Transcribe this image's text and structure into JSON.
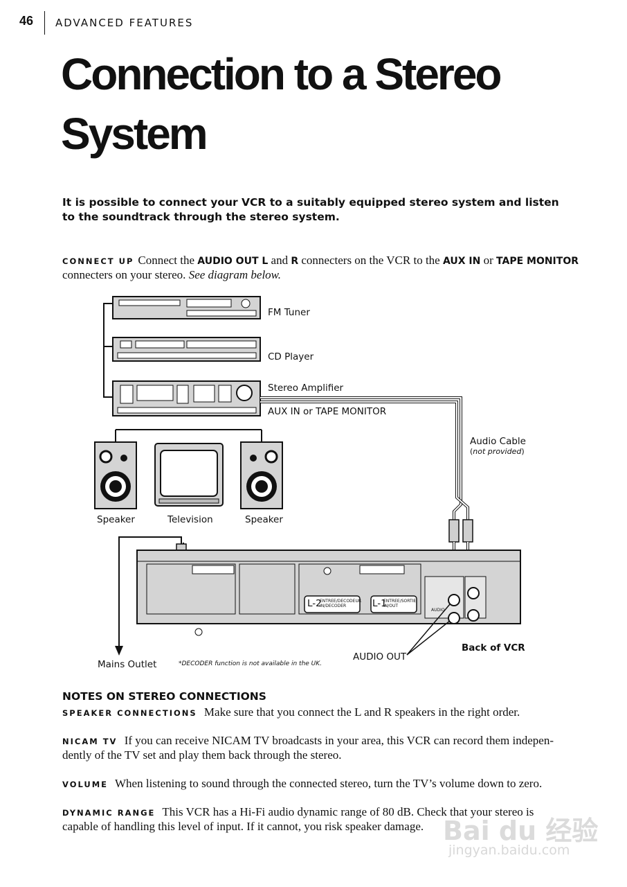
{
  "header": {
    "page_number": "46",
    "section": "ADVANCED FEATURES"
  },
  "title": {
    "line1": "Connection to a Stereo",
    "line2": "System"
  },
  "intro": "It is possible to connect your VCR to a suitably equipped stereo system and listen to the soundtrack through the stereo system.",
  "connect": {
    "lead": "CONNECT UP",
    "t1": "Connect the",
    "b1": "AUDIO OUT L",
    "t2": "and",
    "b2": "R",
    "t3": "connecters on the VCR to the",
    "b3": "AUX IN",
    "t4": "or",
    "b4": "TAPE MONITOR",
    "t5": "connecters on your stereo.",
    "i1": "See diagram below."
  },
  "diagram": {
    "fm_tuner": "FM Tuner",
    "cd_player": "CD Player",
    "stereo_amplifier": "Stereo Amplifier",
    "aux_in": "AUX IN or TAPE MONITOR",
    "audio_cable": "Audio Cable",
    "not_provided": "not provided",
    "speaker_left": "Speaker",
    "television": "Television",
    "speaker_right": "Speaker",
    "l2_label": "L-2",
    "l2_sub1": "ENTREE/DECODEUR",
    "l2_sub2": "IN/DECODER",
    "l1_label": "L-1",
    "l1_sub1": "ENTREE/SORTIE",
    "l1_sub2": "IN/OUT",
    "audio_label": "AUDIO",
    "mains_outlet": "Mains Outlet",
    "decoder_note": "*DECODER function is not available in the UK.",
    "audio_out": "AUDIO OUT",
    "back_of_vcr": "Back of VCR"
  },
  "notes": {
    "heading": "NOTES ON STEREO CONNECTIONS",
    "speaker": {
      "lead": "SPEAKER CONNECTIONS",
      "text": "Make sure that you connect the L and R speakers in the right order."
    },
    "nicam": {
      "lead": "NICAM TV",
      "line1": "If you can receive NICAM TV broadcasts in your area, this VCR can record them indepen-",
      "line2": "dently of the TV set and play them back through the stereo."
    },
    "volume": {
      "lead": "VOLUME",
      "text": "When listening to sound through the connected stereo, turn the TV’s volume down to zero."
    },
    "dynamic": {
      "lead": "DYNAMIC RANGE",
      "line1": "This VCR has a Hi-Fi audio dynamic range of 80 dB. Check that your stereo is",
      "line2": "capable of handling this level of input. If it cannot, you risk speaker damage."
    }
  },
  "watermark": {
    "main": "Bai du 经验",
    "url": "jingyan.baidu.com"
  }
}
